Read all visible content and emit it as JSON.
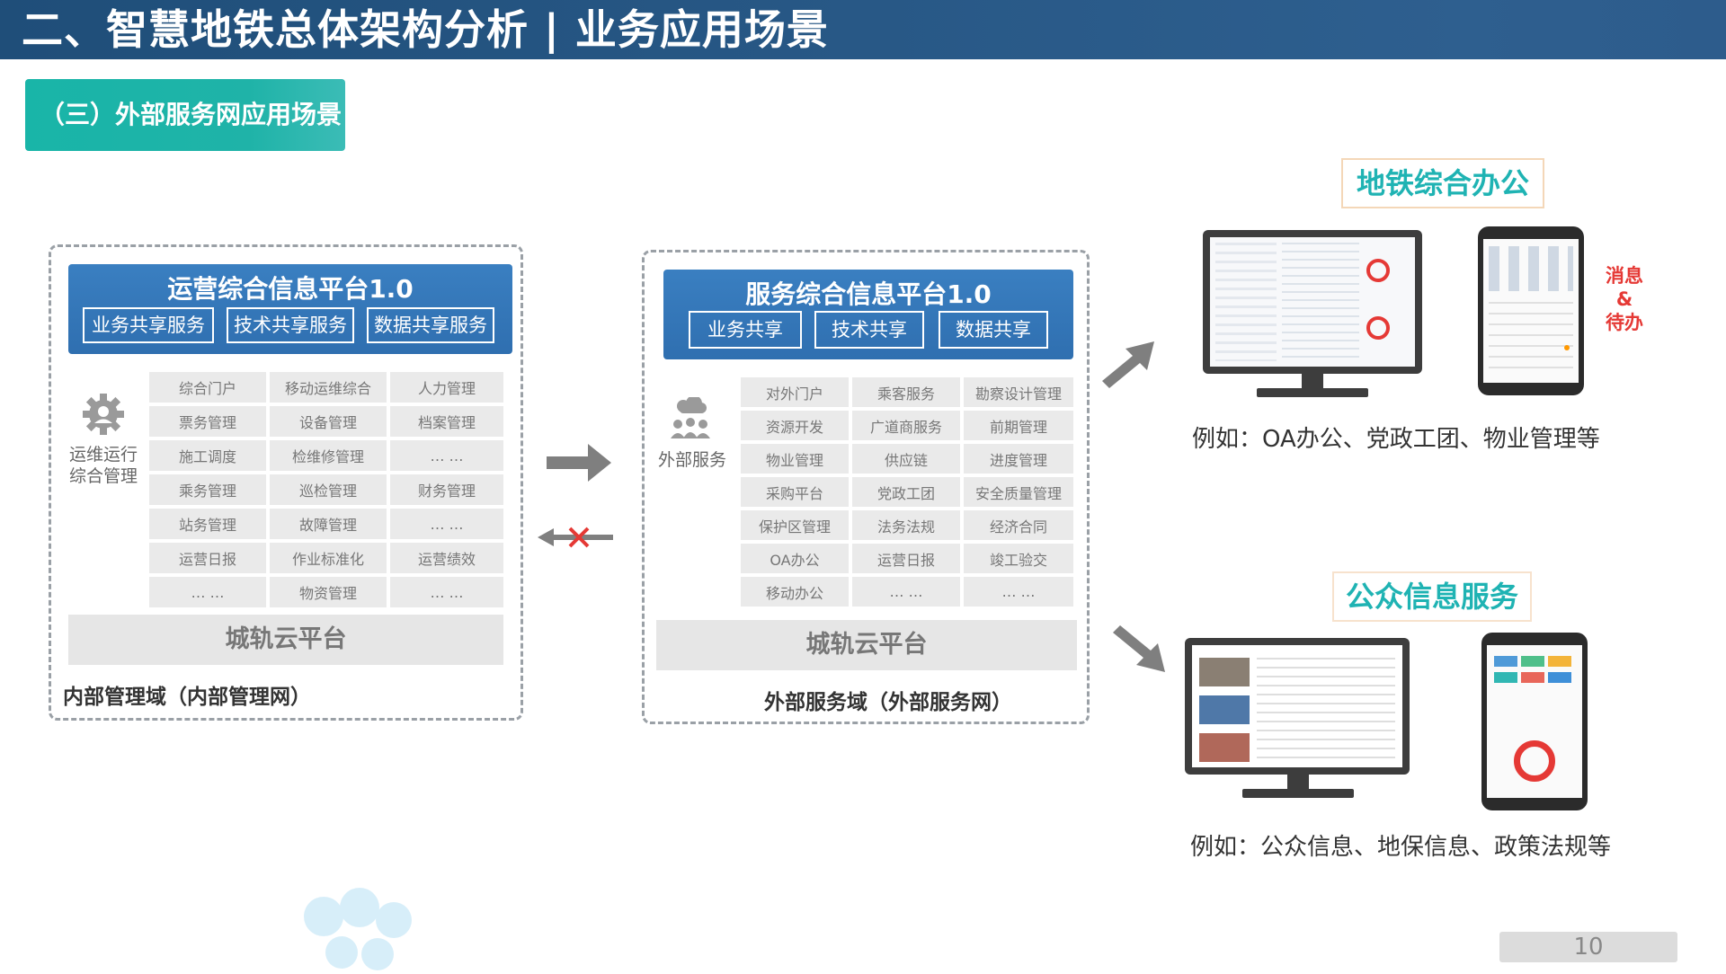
{
  "header": {
    "title": "二、智慧地铁总体架构分析 | 业务应用场景"
  },
  "section_tag": "（三）外部服务网应用场景",
  "internal": {
    "platform_title": "运营综合信息平台1.0",
    "services": [
      "业务共享服务",
      "技术共享服务",
      "数据共享服务"
    ],
    "side_label": "运维运行综合管理",
    "icon": "gear-icon",
    "cells": [
      "综合门户",
      "移动运维综合",
      "人力管理",
      "票务管理",
      "设备管理",
      "档案管理",
      "施工调度",
      "检维修管理",
      "… …",
      "乘务管理",
      "巡检管理",
      "财务管理",
      "站务管理",
      "故障管理",
      "… …",
      "运营日报",
      "作业标准化",
      "运营绩效",
      "… …",
      "物资管理",
      "… …"
    ],
    "cloud": "城轨云平台",
    "domain_label": "内部管理域（内部管理网）"
  },
  "external": {
    "platform_title": "服务综合信息平台1.0",
    "services": [
      "业务共享",
      "技术共享",
      "数据共享"
    ],
    "side_label": "外部服务",
    "icon": "people-cloud-icon",
    "cells": [
      "对外门户",
      "乘客服务",
      "勘察设计管理",
      "资源开发",
      "广道商服务",
      "前期管理",
      "物业管理",
      "供应链",
      "进度管理",
      "采购平台",
      "党政工团",
      "安全质量管理",
      "保护区管理",
      "法务法规",
      "经济合同",
      "OA办公",
      "运营日报",
      "竣工验交",
      "移动办公",
      "… …",
      "… …"
    ],
    "cloud": "城轨云平台",
    "domain_label": "外部服务域（外部服务网）"
  },
  "scenes": {
    "office": {
      "title": "地铁综合办公",
      "badge_lines": [
        "消息",
        "&",
        "待办"
      ],
      "example": "例如：OA办公、党政工团、物业管理等"
    },
    "public": {
      "title": "公众信息服务",
      "example": "例如：公众信息、地保信息、政策法规等"
    }
  },
  "page_number": "10",
  "colors": {
    "header_bg": "#1f4e79",
    "tag_bg": "#19b5a8",
    "platform_blue": "#2f6fb0",
    "scene_title": "#1fb3b3",
    "badge_red": "#e53935",
    "arrow_gray": "#7f7f7f"
  }
}
